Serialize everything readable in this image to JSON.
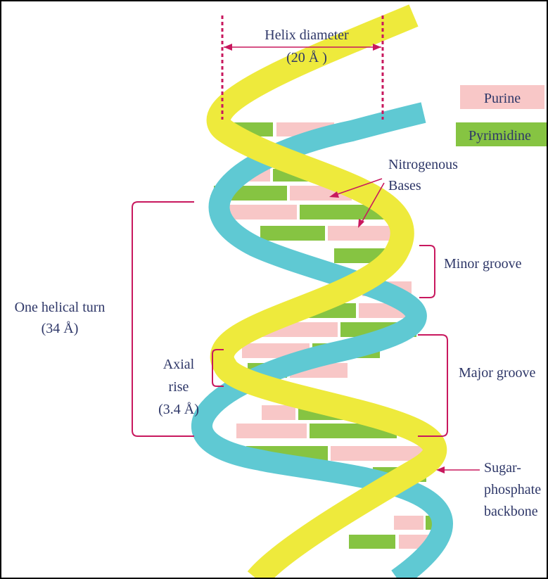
{
  "colors": {
    "purine": "#f8c7c7",
    "pyrimidine": "#86c442",
    "strand_front": "#eeea3c",
    "strand_back": "#5fc9d3",
    "annotation": "#c8185e",
    "label_text": "#2e3768",
    "background": "#ffffff",
    "border": "#000000"
  },
  "legend": {
    "purine_label": "Purine",
    "pyrimidine_label": "Pyrimidine"
  },
  "labels": {
    "helix_diameter": "Helix diameter",
    "helix_diameter_value": "(20 Å )",
    "nitrogenous_1": "Nitrogenous",
    "nitrogenous_2": "Bases",
    "minor_groove": "Minor groove",
    "major_groove": "Major groove",
    "helical_turn": "One helical turn",
    "helical_turn_value": "(34 Å)",
    "axial_1": "Axial",
    "axial_2": "rise",
    "axial_value": "(3.4 Å)",
    "backbone_1": "Sugar-",
    "backbone_2": "phosphate",
    "backbone_3": "backbone"
  }
}
